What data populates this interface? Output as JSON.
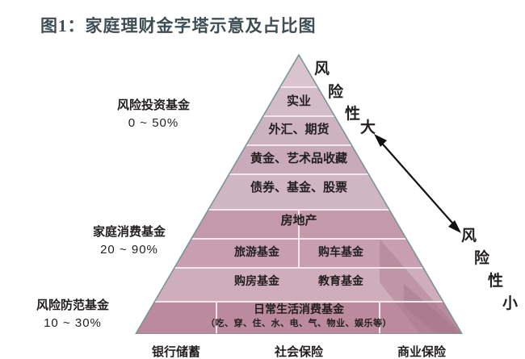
{
  "figure": {
    "title": "图1：家庭理财金字塔示意及占比图"
  },
  "pyramid": {
    "tiers": [
      {
        "id": "t1",
        "label": "实业"
      },
      {
        "id": "t2",
        "label": "外汇、期货"
      },
      {
        "id": "t3",
        "label": "黄金、艺术品收藏"
      },
      {
        "id": "t4",
        "label": "债券、基金、股票"
      },
      {
        "id": "t5",
        "label": "房地产"
      },
      {
        "id": "t6",
        "left_label": "旅游基金",
        "right_label": "购车基金"
      },
      {
        "id": "t7",
        "left_label": "购房基金",
        "right_label": "教育基金"
      },
      {
        "id": "t8",
        "label": "日常生活消费基金",
        "sublabel": "（吃、穿、住、水、电、气、物业、娱乐等）"
      },
      {
        "id": "t9",
        "cells": [
          "银行储蓄",
          "社会保险",
          "商业保险"
        ]
      }
    ]
  },
  "left_labels": [
    {
      "name": "风险投资基金",
      "percent": "0 ~ 50%"
    },
    {
      "name": "家庭消费基金",
      "percent": "20 ~ 90%"
    },
    {
      "name": "风险防范基金",
      "percent": "10 ~ 30%"
    }
  ],
  "risk_axis": {
    "top": {
      "chars": [
        "风",
        "险",
        "性",
        "大"
      ]
    },
    "bottom": {
      "chars": [
        "风",
        "险",
        "性",
        "小"
      ]
    },
    "arrow": "double-headed-diagonal-arrow"
  },
  "colors": {
    "title": "#3f4d55",
    "tier_light": "#d9c4ce",
    "tier_mid": "#cfb0bd",
    "tier_dark": "#c49aab",
    "tier_darkest": "#b8879b",
    "outline": "#6f8a8a",
    "text": "#231f20"
  }
}
